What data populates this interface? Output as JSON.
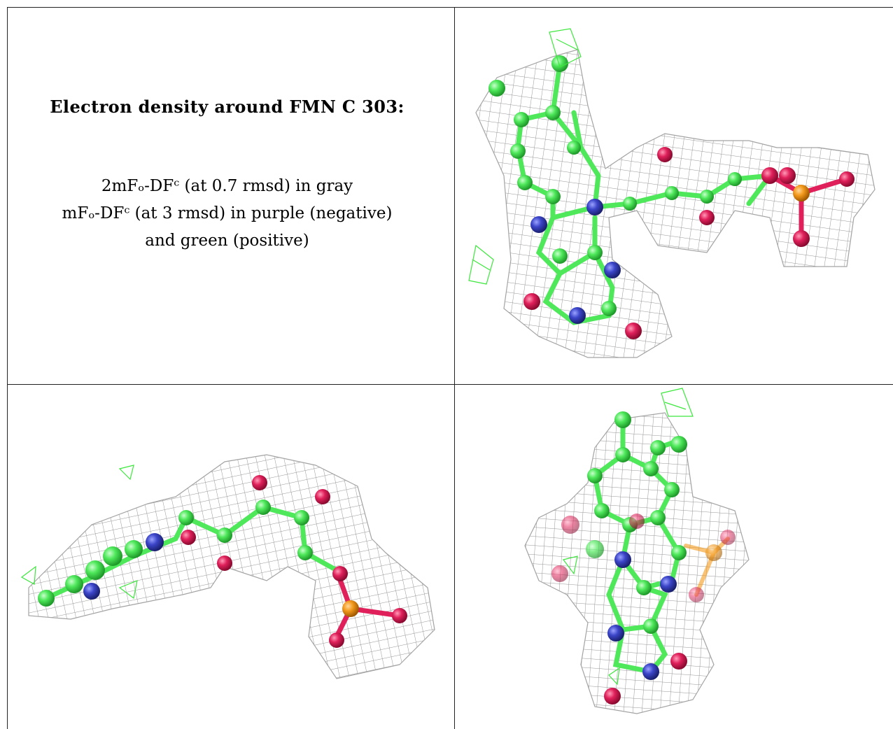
{
  "caption": {
    "title": "Electron density around FMN C 303:",
    "line1": "2mFₒ-DFᶜ (at 0.7 rmsd) in gray",
    "line2": "mFₒ-DFᶜ (at 3 rmsd) in purple (negative)",
    "line3": "and green (positive)"
  },
  "colors": {
    "mesh": "#8a8a8a",
    "carbon": "#4ee85a",
    "nitrogen": "#3b45c8",
    "oxygen": "#e0205a",
    "phosphorus": "#f39a1c",
    "positive_density": "#3ce83c"
  },
  "panels": [
    {
      "name": "view-top-right",
      "subject": "FMN ball-and-stick with density mesh"
    },
    {
      "name": "view-bottom-left",
      "subject": "FMN side view with density mesh"
    },
    {
      "name": "view-bottom-right",
      "subject": "FMN end-on view with density mesh"
    }
  ]
}
